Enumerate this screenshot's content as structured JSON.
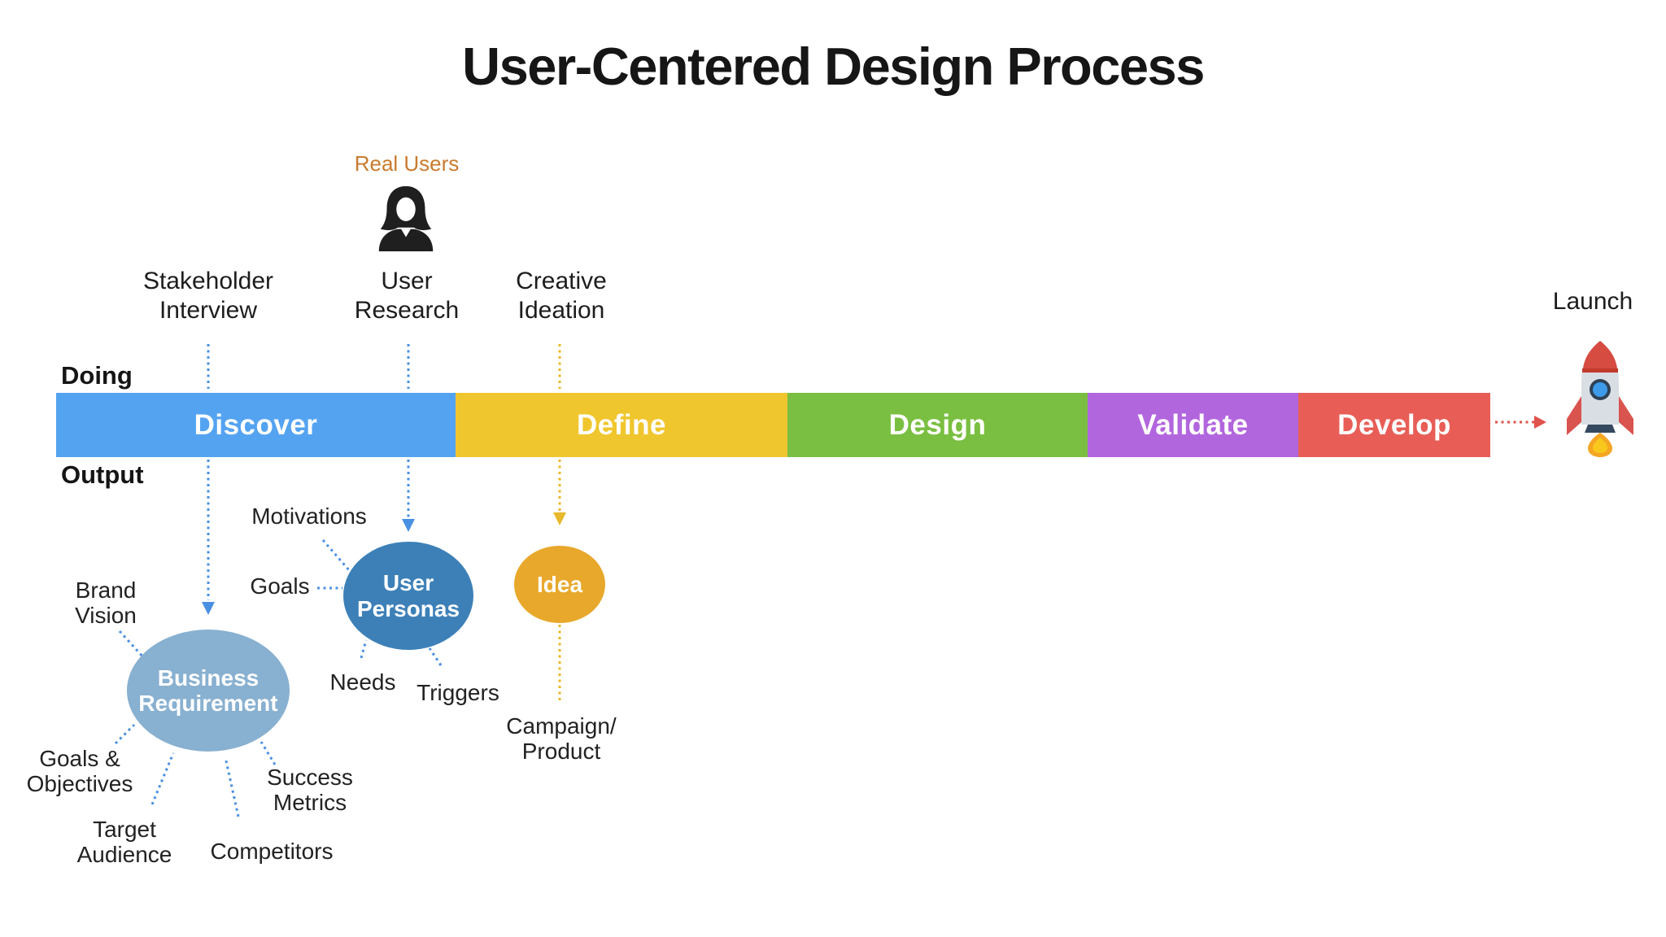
{
  "title": "User-Centered Design Process",
  "colors": {
    "discover": "#54A3F1",
    "define": "#F0C62E",
    "design": "#7ABF41",
    "validate": "#B266DE",
    "develop": "#E85E57",
    "business_requirement": "#88B0D0",
    "user_personas": "#3D80B8",
    "idea": "#E8A82B",
    "real_users_text": "#C97B2D",
    "dotted_blue": "#4A90E2",
    "dotted_yellow": "#E8B82A",
    "dotted_red": "#E0524A"
  },
  "row_labels": {
    "doing": "Doing",
    "output": "Output"
  },
  "activities": {
    "real_users_caption": "Real Users",
    "items": [
      {
        "lines": [
          "Stakeholder",
          "Interview"
        ]
      },
      {
        "lines": [
          "User",
          "Research"
        ]
      },
      {
        "lines": [
          "Creative",
          "Ideation"
        ]
      }
    ]
  },
  "launch_label": "Launch",
  "stages": [
    {
      "label": "Discover"
    },
    {
      "label": "Define"
    },
    {
      "label": "Design"
    },
    {
      "label": "Validate"
    },
    {
      "label": "Develop"
    }
  ],
  "outputs": {
    "business_requirement": {
      "lines": [
        "Business",
        "Requirement"
      ],
      "satellites": [
        {
          "lines": [
            "Brand",
            "Vision"
          ]
        },
        {
          "lines": [
            "Goals &",
            "Objectives"
          ]
        },
        {
          "lines": [
            "Target",
            "Audience"
          ]
        },
        {
          "lines": [
            "Competitors"
          ]
        },
        {
          "lines": [
            "Success",
            "Metrics"
          ]
        }
      ]
    },
    "user_personas": {
      "lines": [
        "User",
        "Personas"
      ],
      "satellites": [
        {
          "lines": [
            "Motivations"
          ]
        },
        {
          "lines": [
            "Goals"
          ]
        },
        {
          "lines": [
            "Needs"
          ]
        },
        {
          "lines": [
            "Triggers"
          ]
        }
      ]
    },
    "idea": {
      "label": "Idea",
      "result_lines": [
        "Campaign/",
        "Product"
      ]
    }
  }
}
